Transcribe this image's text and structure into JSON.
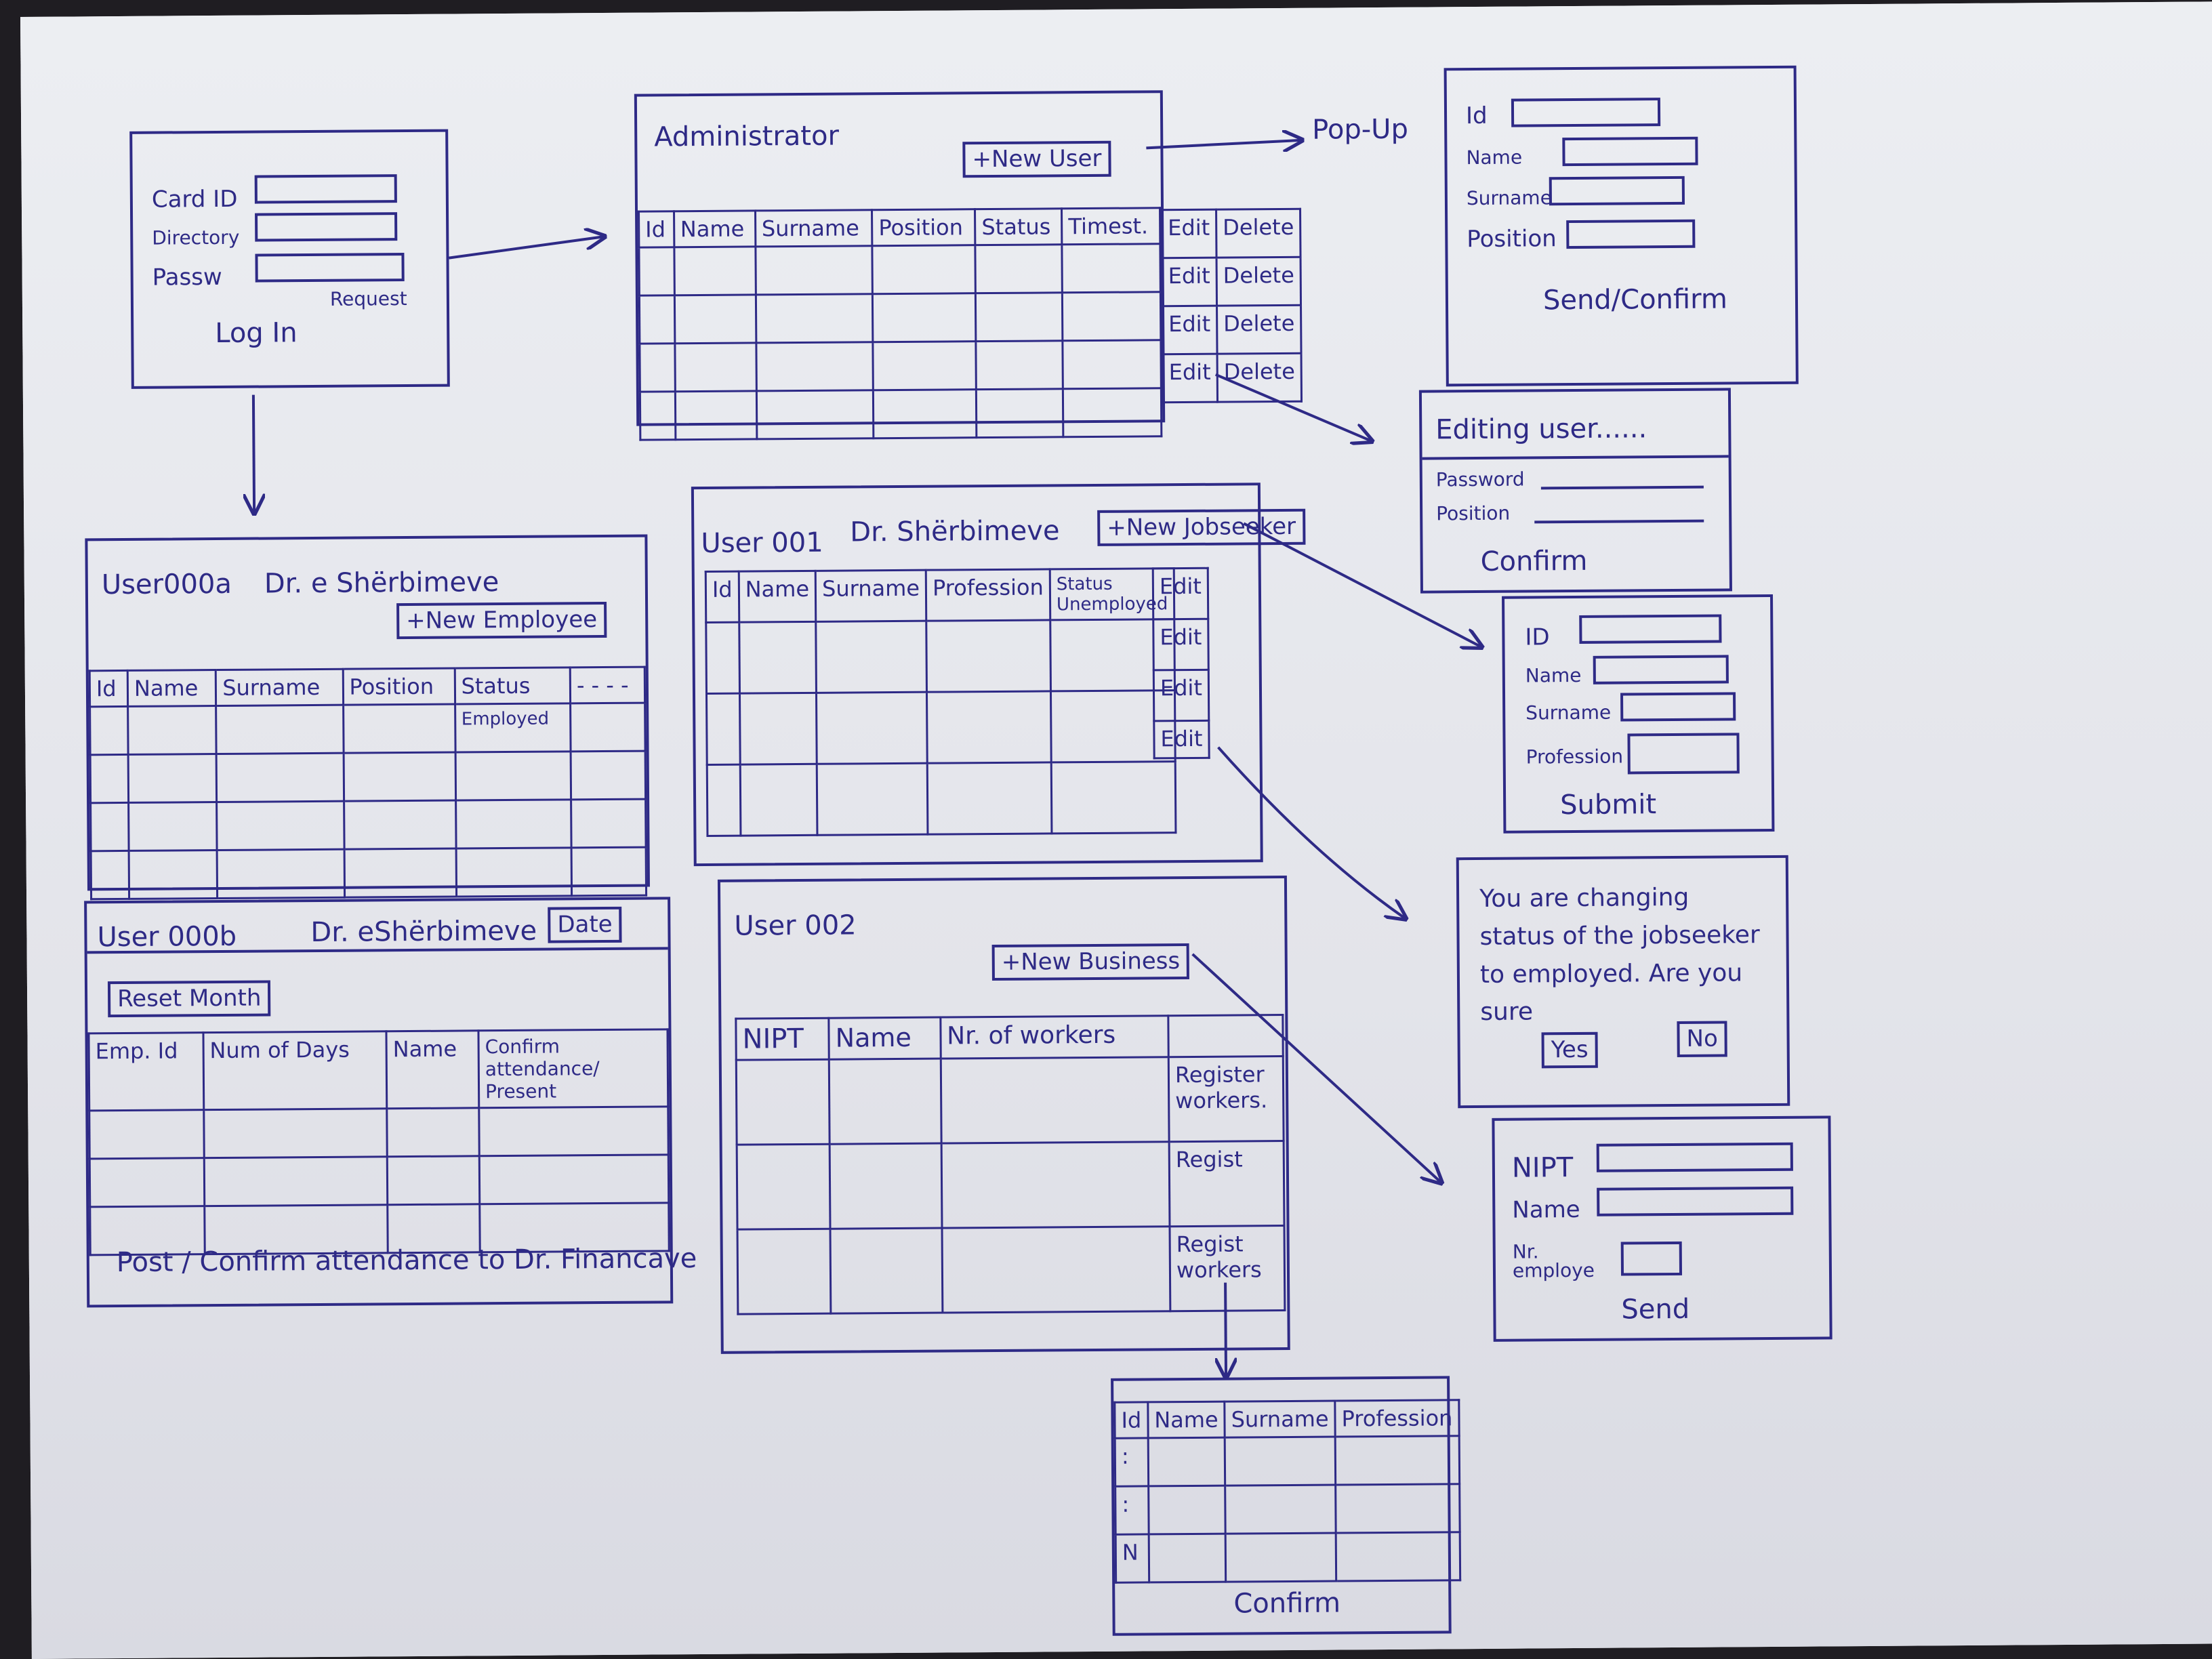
{
  "colors": {
    "ink": "#2e2a86",
    "paper": "#e7e8ec",
    "background": "#1f1d22"
  },
  "login": {
    "card_id_label": "Card ID",
    "directory_label": "Directory",
    "password_label": "Passw",
    "request_label": "Request",
    "login_label": "Log In"
  },
  "admin": {
    "title": "Administrator",
    "new_user_button": "+New User",
    "columns": [
      "Id",
      "Name",
      "Surname",
      "Position",
      "Status",
      "Timest."
    ],
    "row_actions": [
      {
        "edit": "Edit",
        "delete": "Delete"
      },
      {
        "edit": "Edit",
        "delete": "Delete"
      },
      {
        "edit": "Edit",
        "delete": "Delete"
      },
      {
        "edit": "Edit",
        "delete": "Delete"
      }
    ],
    "popup_label": "Pop-Up"
  },
  "new_user_popup": {
    "id_label": "Id",
    "name_label": "Name",
    "surname_label": "Surname",
    "position_label": "Position",
    "send_label": "Send/Confirm"
  },
  "edit_user_popup": {
    "title": "Editing user......",
    "password_label": "Password",
    "position_label": "Position",
    "confirm_label": "Confirm"
  },
  "user000a": {
    "user_label": "User000a",
    "org_label": "Dr. e Shërbimeve",
    "new_employee_button": "+New Employee",
    "columns": [
      "Id",
      "Name",
      "Surname",
      "Position",
      "Status",
      "- - - -"
    ],
    "status_value": "Employed"
  },
  "user001": {
    "user_label": "User 001",
    "org_label": "Dr. Shërbimeve",
    "new_jobseeker_button": "+New Jobseeker",
    "columns": [
      "Id",
      "Name",
      "Surname",
      "Profession",
      "Status Unemployed"
    ],
    "edit_labels": [
      "Edit",
      "Edit",
      "Edit",
      "Edit"
    ]
  },
  "jobseeker_popup": {
    "id_label": "ID",
    "name_label": "Name",
    "surname_label": "Surname",
    "profession_label": "Profession",
    "submit_label": "Submit"
  },
  "confirm_popup": {
    "message": "You are changing status of the jobseeker to employed. Are you sure",
    "yes_label": "Yes",
    "no_label": "No"
  },
  "user000b": {
    "user_label": "User 000b",
    "org_label": "Dr. eShërbimeve",
    "date_label": "Date",
    "reset_month_button": "Reset Month",
    "columns": [
      "Emp. Id",
      "Num of Days",
      "Name",
      "Confirm attendance/ Present"
    ],
    "footer_action": "Post / Confirm attendance to Dr. Financave"
  },
  "user002": {
    "user_label": "User 002",
    "new_business_button": "+New Business",
    "columns": [
      "NIPT",
      "Name",
      "Nr. of workers"
    ],
    "row_actions": [
      "Register workers.",
      "Regist",
      "Regist workers"
    ]
  },
  "business_popup": {
    "nipt_label": "NIPT",
    "name_label": "Name",
    "employees_label": "Nr. employe",
    "send_label": "Send"
  },
  "workers_table": {
    "columns": [
      "Id",
      "Name",
      "Surname",
      "Profession"
    ],
    "row_markers": [
      ":",
      ":",
      "N"
    ],
    "confirm_label": "Confirm"
  }
}
